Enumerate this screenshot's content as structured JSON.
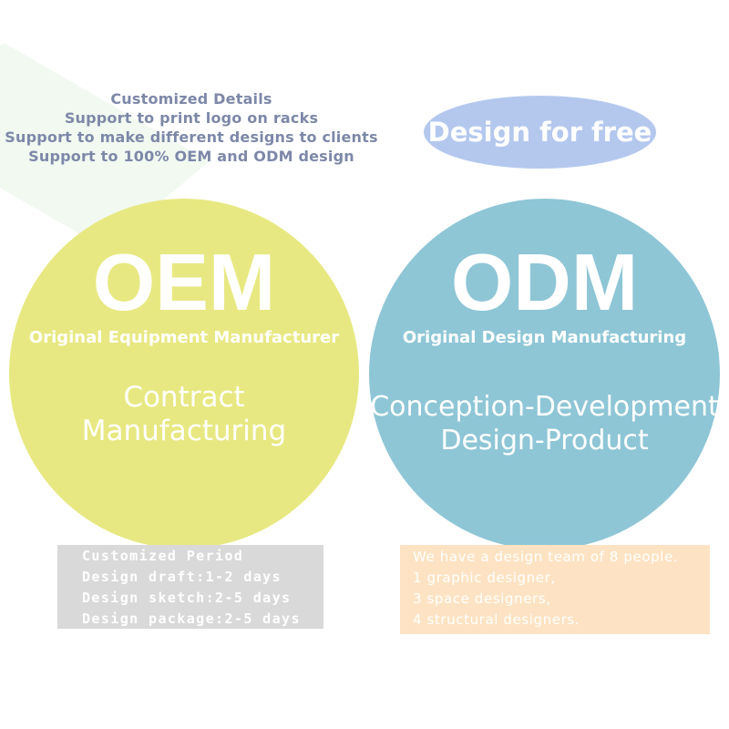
{
  "colors": {
    "oem_circle": "#e8e882",
    "odm_circle": "#8ec6d6",
    "free_pill": "#b4c8ee",
    "details_text": "#7d88a8",
    "period_box": "#d9d9d9",
    "team_box": "#fde3c3",
    "white_text": "#ffffff"
  },
  "details": {
    "lines": [
      "Customized Details",
      "Support to print logo on racks",
      "Support to make different designs to clients",
      "Support to 100% OEM and ODM design"
    ]
  },
  "free_badge": {
    "label": "Design for free"
  },
  "oem": {
    "title": "OEM",
    "subtitle": "Original Equipment Manufacturer",
    "desc_lines": [
      "Contract",
      "Manufacturing"
    ]
  },
  "odm": {
    "title": "ODM",
    "subtitle": "Original Design Manufacturing",
    "desc_lines": [
      "Conception-Development",
      "Design-Product"
    ]
  },
  "period": {
    "lines": [
      "Customized Period",
      "Design draft:1-2 days",
      "Design sketch:2-5 days",
      "Design package:2-5 days"
    ]
  },
  "team": {
    "lines": [
      "We have a design team of 8 people.",
      "1 graphic designer,",
      "3 space designers,",
      "4 structural designers."
    ]
  }
}
